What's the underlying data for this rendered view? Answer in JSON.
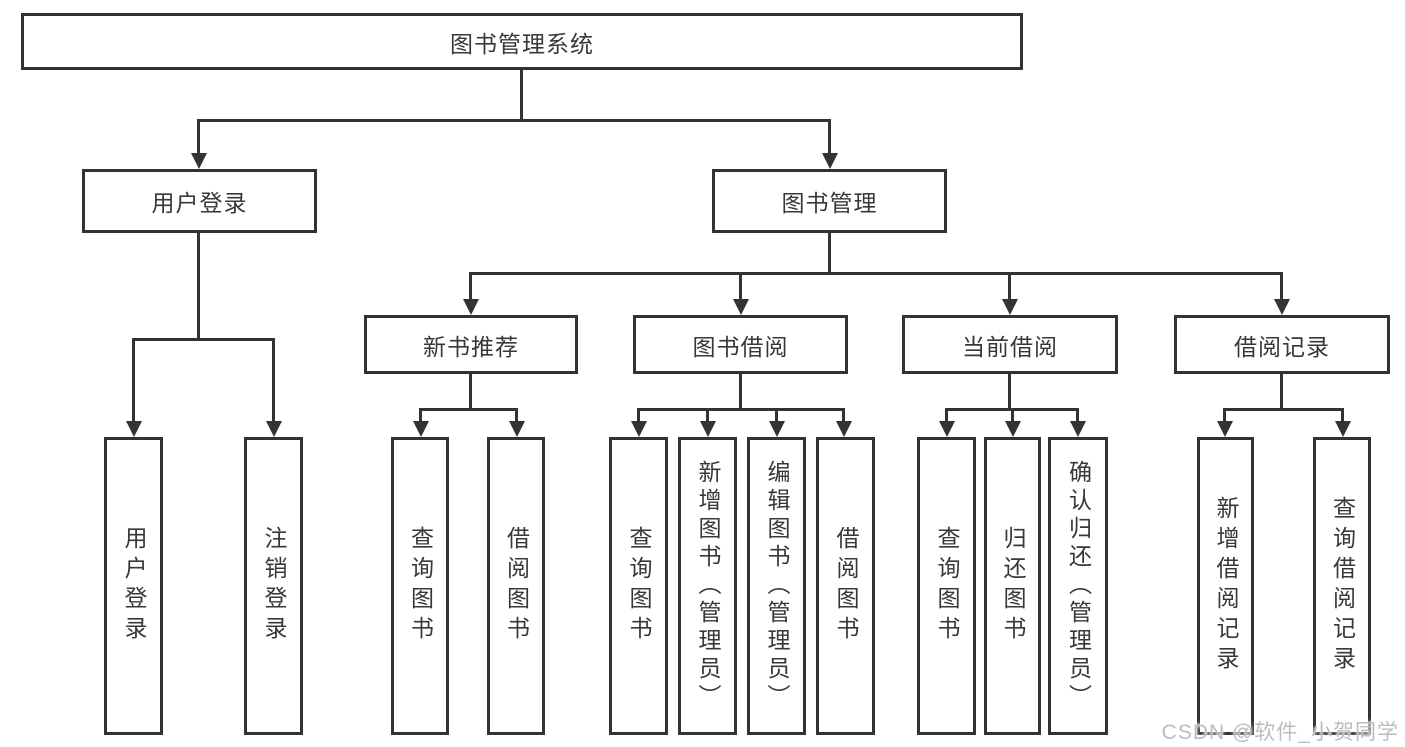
{
  "diagram_type": "hierarchy",
  "colors": {
    "line": "#333333",
    "text": "#383838",
    "bg": "#ffffff",
    "watermark": "#bcbcbc"
  },
  "watermark": {
    "text": "CSDN @软件_小贺同学"
  },
  "tree": {
    "label": "图书管理系统",
    "children": [
      {
        "label": "用户登录",
        "children": [
          {
            "label": "用户登录"
          },
          {
            "label": "注销登录"
          }
        ]
      },
      {
        "label": "图书管理",
        "children": [
          {
            "label": "新书推荐",
            "children": [
              {
                "label": "查询图书"
              },
              {
                "label": "借阅图书"
              }
            ]
          },
          {
            "label": "图书借阅",
            "children": [
              {
                "label": "查询图书"
              },
              {
                "label": "新增图书（管理员）"
              },
              {
                "label": "编辑图书（管理员）"
              },
              {
                "label": "借阅图书"
              }
            ]
          },
          {
            "label": "当前借阅",
            "children": [
              {
                "label": "查询图书"
              },
              {
                "label": "归还图书"
              },
              {
                "label": "确认归还（管理员）"
              }
            ]
          },
          {
            "label": "借阅记录",
            "children": [
              {
                "label": "新增借阅记录"
              },
              {
                "label": "查询借阅记录"
              }
            ]
          }
        ]
      }
    ]
  }
}
